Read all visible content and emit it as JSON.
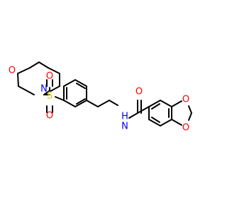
{
  "molecule": {
    "colors": {
      "bond": "#000000",
      "O": "#ff0000",
      "N": "#0000ff",
      "S": "#cccc00"
    },
    "atom_labels": {
      "morpholine_O": "O",
      "morpholine_N": "N",
      "sulfonyl_S": "S",
      "sulfonyl_O_top": "O",
      "sulfonyl_O_bottom": "O",
      "amide_N": "N",
      "amide_H": "H",
      "carbonyl_O": "O",
      "dioxole_O_top": "O",
      "dioxole_O_bottom": "O"
    }
  }
}
